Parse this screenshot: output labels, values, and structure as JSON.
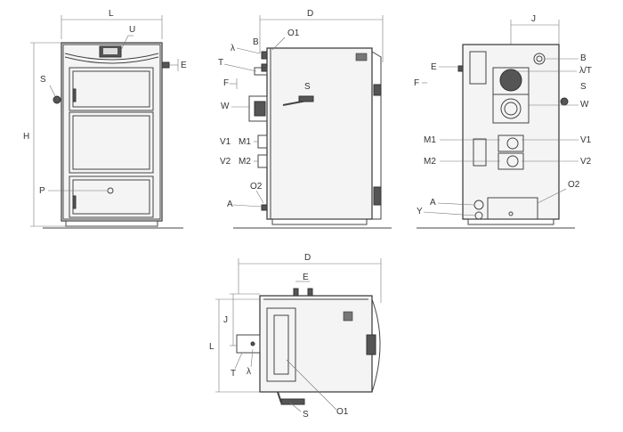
{
  "labels": {
    "front": {
      "width": "L",
      "control": "U",
      "flue_connection": "E",
      "safety": "S",
      "height": "H",
      "door": "P"
    },
    "side": {
      "depth": "D",
      "lambda": "λ",
      "B": "B",
      "O1": "O1",
      "T": "T",
      "F": "F",
      "S": "S",
      "W": "W",
      "V1": "V1",
      "M1": "M1",
      "V2": "V2",
      "M2": "M2",
      "O2": "O2",
      "A": "A"
    },
    "rear": {
      "J": "J",
      "B": "B",
      "E": "E",
      "lambda_T": "λ/T",
      "F": "F",
      "S": "S",
      "W": "W",
      "M1": "M1",
      "V1": "V1",
      "M2": "M2",
      "V2": "V2",
      "A": "A",
      "O2": "O2",
      "Y": "Y"
    },
    "top": {
      "depth": "D",
      "E": "E",
      "J": "J",
      "L": "L",
      "T": "T",
      "lambda": "λ",
      "S": "S",
      "O1": "O1"
    }
  }
}
